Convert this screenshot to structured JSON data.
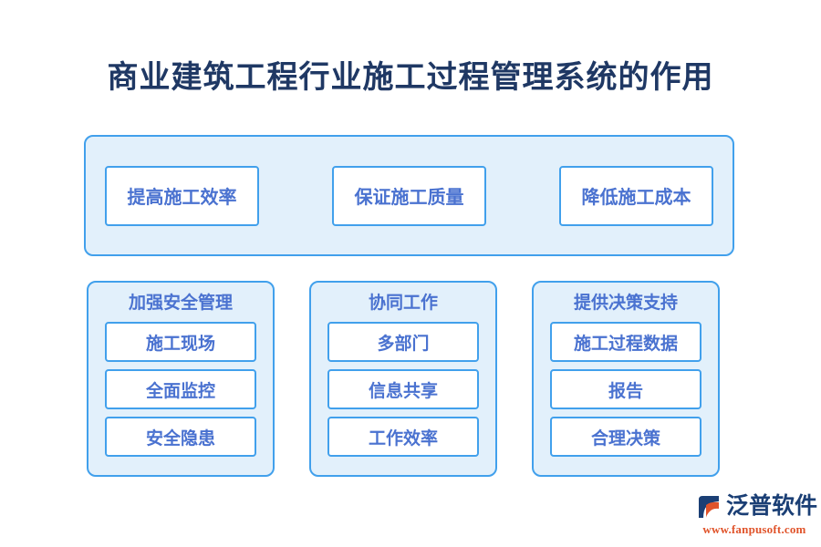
{
  "page": {
    "title": "商业建筑工程行业施工过程管理系统的作用",
    "background_color": "#ffffff",
    "title_color": "#1f3864",
    "panel_fill_color": "#e2f0fb",
    "panel_border_color": "#41a0ec",
    "box_text_color": "#4a72d0"
  },
  "top_panel": {
    "boxes": [
      {
        "label": "提高施工效率"
      },
      {
        "label": "保证施工质量"
      },
      {
        "label": "降低施工成本"
      }
    ]
  },
  "columns": [
    {
      "header": "加强安全管理",
      "items": [
        {
          "label": "施工现场"
        },
        {
          "label": "全面监控"
        },
        {
          "label": "安全隐患"
        }
      ]
    },
    {
      "header": "协同工作",
      "items": [
        {
          "label": "多部门"
        },
        {
          "label": "信息共享"
        },
        {
          "label": "工作效率"
        }
      ]
    },
    {
      "header": "提供决策支持",
      "items": [
        {
          "label": "施工过程数据"
        },
        {
          "label": "报告"
        },
        {
          "label": "合理决策"
        }
      ]
    }
  ],
  "logo": {
    "name": "泛普软件",
    "url": "www.fanpusoft.com",
    "mark_icon": "fanpu-logo-icon",
    "name_color": "#1b3f75",
    "url_color": "#e0532a"
  }
}
